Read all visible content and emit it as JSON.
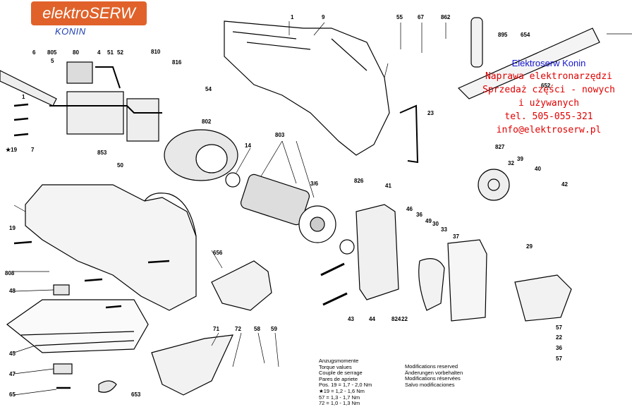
{
  "logo": {
    "brand": "elektroSERW",
    "city": "KONIN"
  },
  "contact": {
    "title": "Elektroserw Konin",
    "line1": "Naprawa elektronarzędzi",
    "line2": "Sprzedaż części - nowych",
    "line3": "i używanych",
    "phone": "tel. 505-055-321",
    "email": "info@elektroserw.pl"
  },
  "torque": {
    "heading": [
      "Anzugsmomente",
      "Torque values",
      "Couple de serrage",
      "Pares de apriete"
    ],
    "rows": [
      "Pos. 19 = 1,7 - 2,0 Nm",
      "★19 = 1,2 - 1,6 Nm",
      "57 = 1,3 - 1,7 Nm",
      "72 = 1,0 - 1,3 Nm"
    ]
  },
  "modifications": [
    "Modifications reserved",
    "Änderungen vorbehalten",
    "Modifications réservées",
    "Salvo modificaciones"
  ],
  "part_labels": [
    "1",
    "9",
    "55",
    "67",
    "862",
    "895",
    "654",
    "6",
    "805",
    "5",
    "80",
    "4",
    "51",
    "52",
    "810",
    "816",
    "54",
    "802",
    "652",
    "23",
    "14",
    "803",
    "827",
    "32",
    "39",
    "40",
    "42",
    "3/6",
    "826",
    "41",
    "46",
    "36",
    "49",
    "30",
    "33",
    "29",
    "37",
    "853",
    "50",
    "656",
    "19",
    "★19",
    "7",
    "808",
    "48",
    "45",
    "47",
    "65",
    "653",
    "71",
    "72",
    "58",
    "59",
    "43",
    "44",
    "824",
    "22",
    "57"
  ],
  "colors": {
    "brand_orange": "#e0622a",
    "contact_red": "#e00000",
    "contact_blue": "#1515d0",
    "city_blue": "#1c3fb0"
  }
}
